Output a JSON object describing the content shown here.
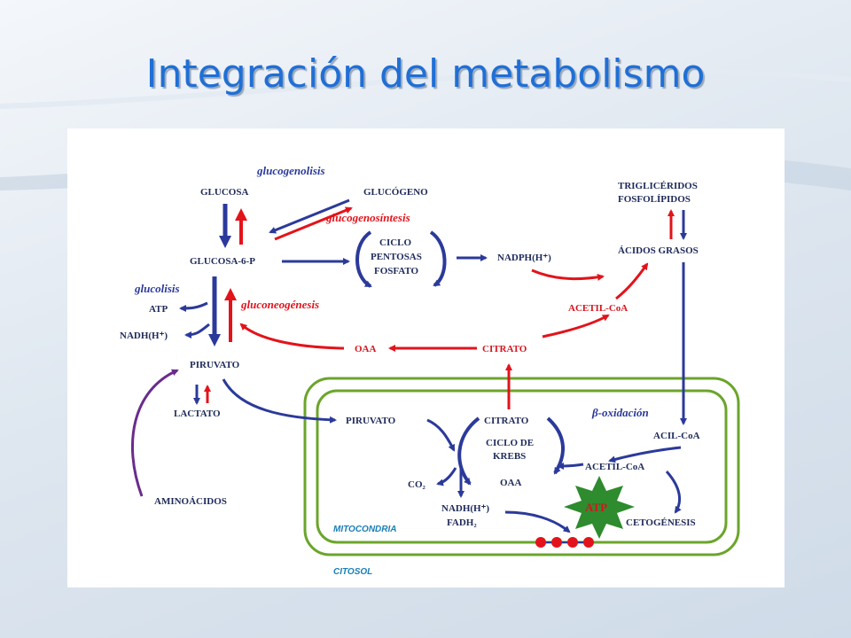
{
  "title": "Integración del metabolismo",
  "colors": {
    "blue": "#2b3a9a",
    "red": "#e3131b",
    "green": "#6ba52b",
    "purple": "#6a2c8c",
    "atp": "#2e8b2e"
  },
  "labels": {
    "glucosa": "GLUCOSA",
    "glucogeno": "GLUCÓGENO",
    "glucogenolisis": "glucogenolisis",
    "glucogenosintesis": "glucogenosíntesis",
    "glucosa6p": "GLUCOSA-6-P",
    "ciclo_pentosas": [
      "CICLO",
      "PENTOSAS",
      "FOSFATO"
    ],
    "nadph": "NADPH(H⁺)",
    "trigliceridos": "TRIGLICÉRIDOS",
    "fosfolipidos": "FOSFOLÍPIDOS",
    "acidos_grasos": "ÁCIDOS GRASOS",
    "glucolisis": "glucolisis",
    "atp_left": "ATP",
    "nadh_left": "NADH(H⁺)",
    "gluconeogenesis": "gluconeogénesis",
    "acetil_coa_top": "ACETIL-CoA",
    "oaa_top": "OAA",
    "citrato_top": "CITRATO",
    "piruvato": "PIRUVATO",
    "lactato": "LACTATO",
    "aminoacidos": "AMINOÁCIDOS",
    "piruvato_mito": "PIRUVATO",
    "citrato_mito": "CITRATO",
    "ciclo_krebs": [
      "CICLO DE",
      "KREBS"
    ],
    "beta_oxidacion": "β-oxidación",
    "acil_coa": "ACIL-CoA",
    "acetil_coa_mito": "ACETIL-CoA",
    "co2": "CO₂",
    "oaa_mito": "OAA",
    "nadh_mito": "NADH(H⁺)",
    "fadh2": "FADH₂",
    "atp_star": "ATP",
    "cetogenesis": "CETOGÉNESIS",
    "mitocondria": "MITOCONDRIA",
    "citosol": "CITOSOL"
  }
}
